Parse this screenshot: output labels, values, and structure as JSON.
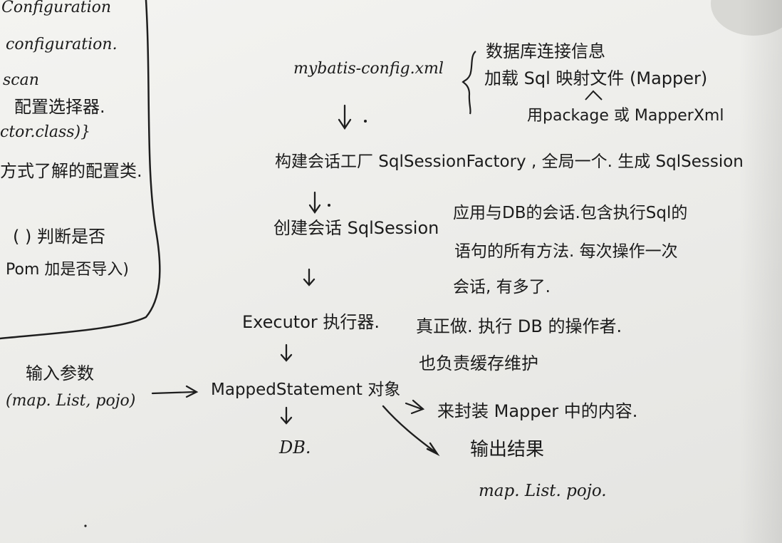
{
  "left_box": {
    "lines": [
      "Configuration",
      "configuration.",
      "scan",
      "配置选择器.",
      "ctor.class)}",
      "方式了解的配置类.",
      "(      ) 判断是否",
      "Pom 加是否导入)"
    ]
  },
  "flow": {
    "config_file": "mybatis-config.xml",
    "config_notes": {
      "line1": "数据库连接信息",
      "line2": "加载 Sql 映射文件 (Mapper)",
      "line3": "用package 或 MapperXml"
    },
    "step_factory": "构建会话工厂 SqlSessionFactory , 全局一个. 生成 SqlSession",
    "step_session": "创建会话 SqlSession",
    "session_notes": {
      "line1": "应用与DB的会话.包含执行Sql的",
      "line2": "语句的所有方法. 每次操作一次",
      "line3": "会话, 有多了."
    },
    "step_executor": "Executor 执行器.",
    "executor_notes": {
      "line1": "真正做. 执行 DB 的操作者.",
      "line2": "也负责缓存维护"
    },
    "input_label": "输入参数",
    "input_types": "(map. List, pojo)",
    "step_mapped": "MappedStatement 对象",
    "mapped_note": "来封装 Mapper 中的内容.",
    "db": "DB.",
    "output_label": "输出结果",
    "output_types": "map. List. pojo."
  }
}
